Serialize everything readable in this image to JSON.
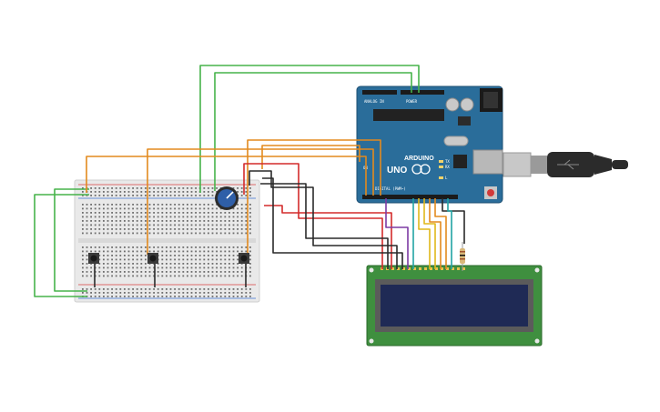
{
  "circuit": {
    "arduino": {
      "model_label": "UNO",
      "brand_label": "ARDUINO",
      "header_analog": "ANALOG IN",
      "header_power": "POWER",
      "header_digital": "DIGITAL (PWM~)",
      "led_labels": [
        "TX",
        "RX",
        "L",
        "ON"
      ]
    },
    "colors": {
      "breadboard": "#e9e9e9",
      "arduino": "#2a6d9a",
      "lcd_board": "#3f8f3f",
      "lcd_screen": "#1f2a55",
      "wire_green": "#46b34a",
      "wire_orange": "#e38a1e",
      "wire_red": "#d32b2b",
      "wire_black": "#2a2a2a",
      "wire_purple": "#7c3aa3",
      "wire_teal": "#20a3a3",
      "wire_yellow": "#e0b81a",
      "usb_cable": "#2b2b2b"
    },
    "components": [
      "breadboard",
      "arduino-uno",
      "potentiometer",
      "pushbutton",
      "pushbutton",
      "pushbutton",
      "lcd-16x2",
      "resistor",
      "usb-cable"
    ]
  }
}
